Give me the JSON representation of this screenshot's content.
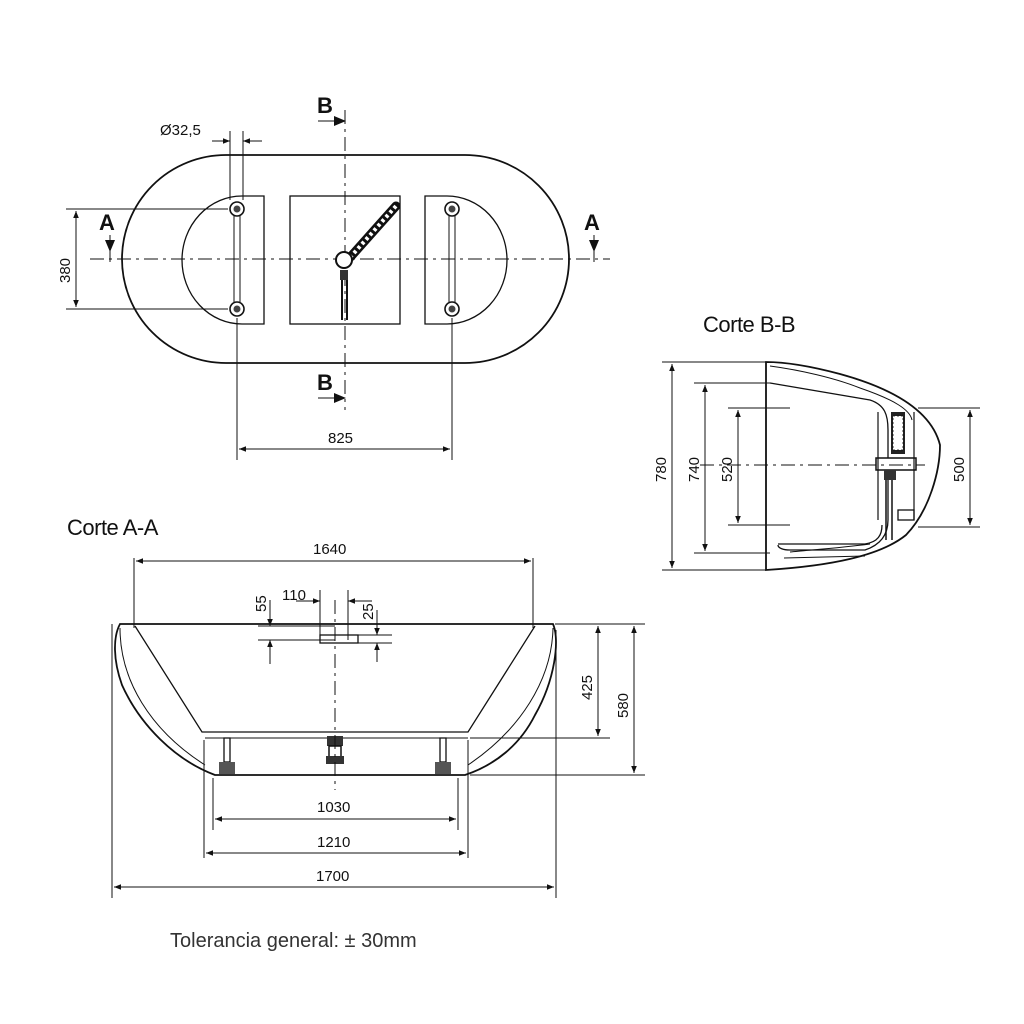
{
  "top_view": {
    "section_a": "A",
    "section_b": "B",
    "dim_diameter": "Ø32,5",
    "dim_width": "380",
    "dim_centers": "825"
  },
  "section_bb": {
    "title": "Corte B-B",
    "dim_780": "780",
    "dim_740": "740",
    "dim_520": "520",
    "dim_500": "500"
  },
  "section_aa": {
    "title": "Corte A-A",
    "dim_1640": "1640",
    "dim_55": "55",
    "dim_110": "110",
    "dim_25": "25",
    "dim_425": "425",
    "dim_580": "580",
    "dim_1030": "1030",
    "dim_1210": "1210",
    "dim_1700": "1700"
  },
  "footer": {
    "tolerance": "Tolerancia general: ± 30mm"
  }
}
